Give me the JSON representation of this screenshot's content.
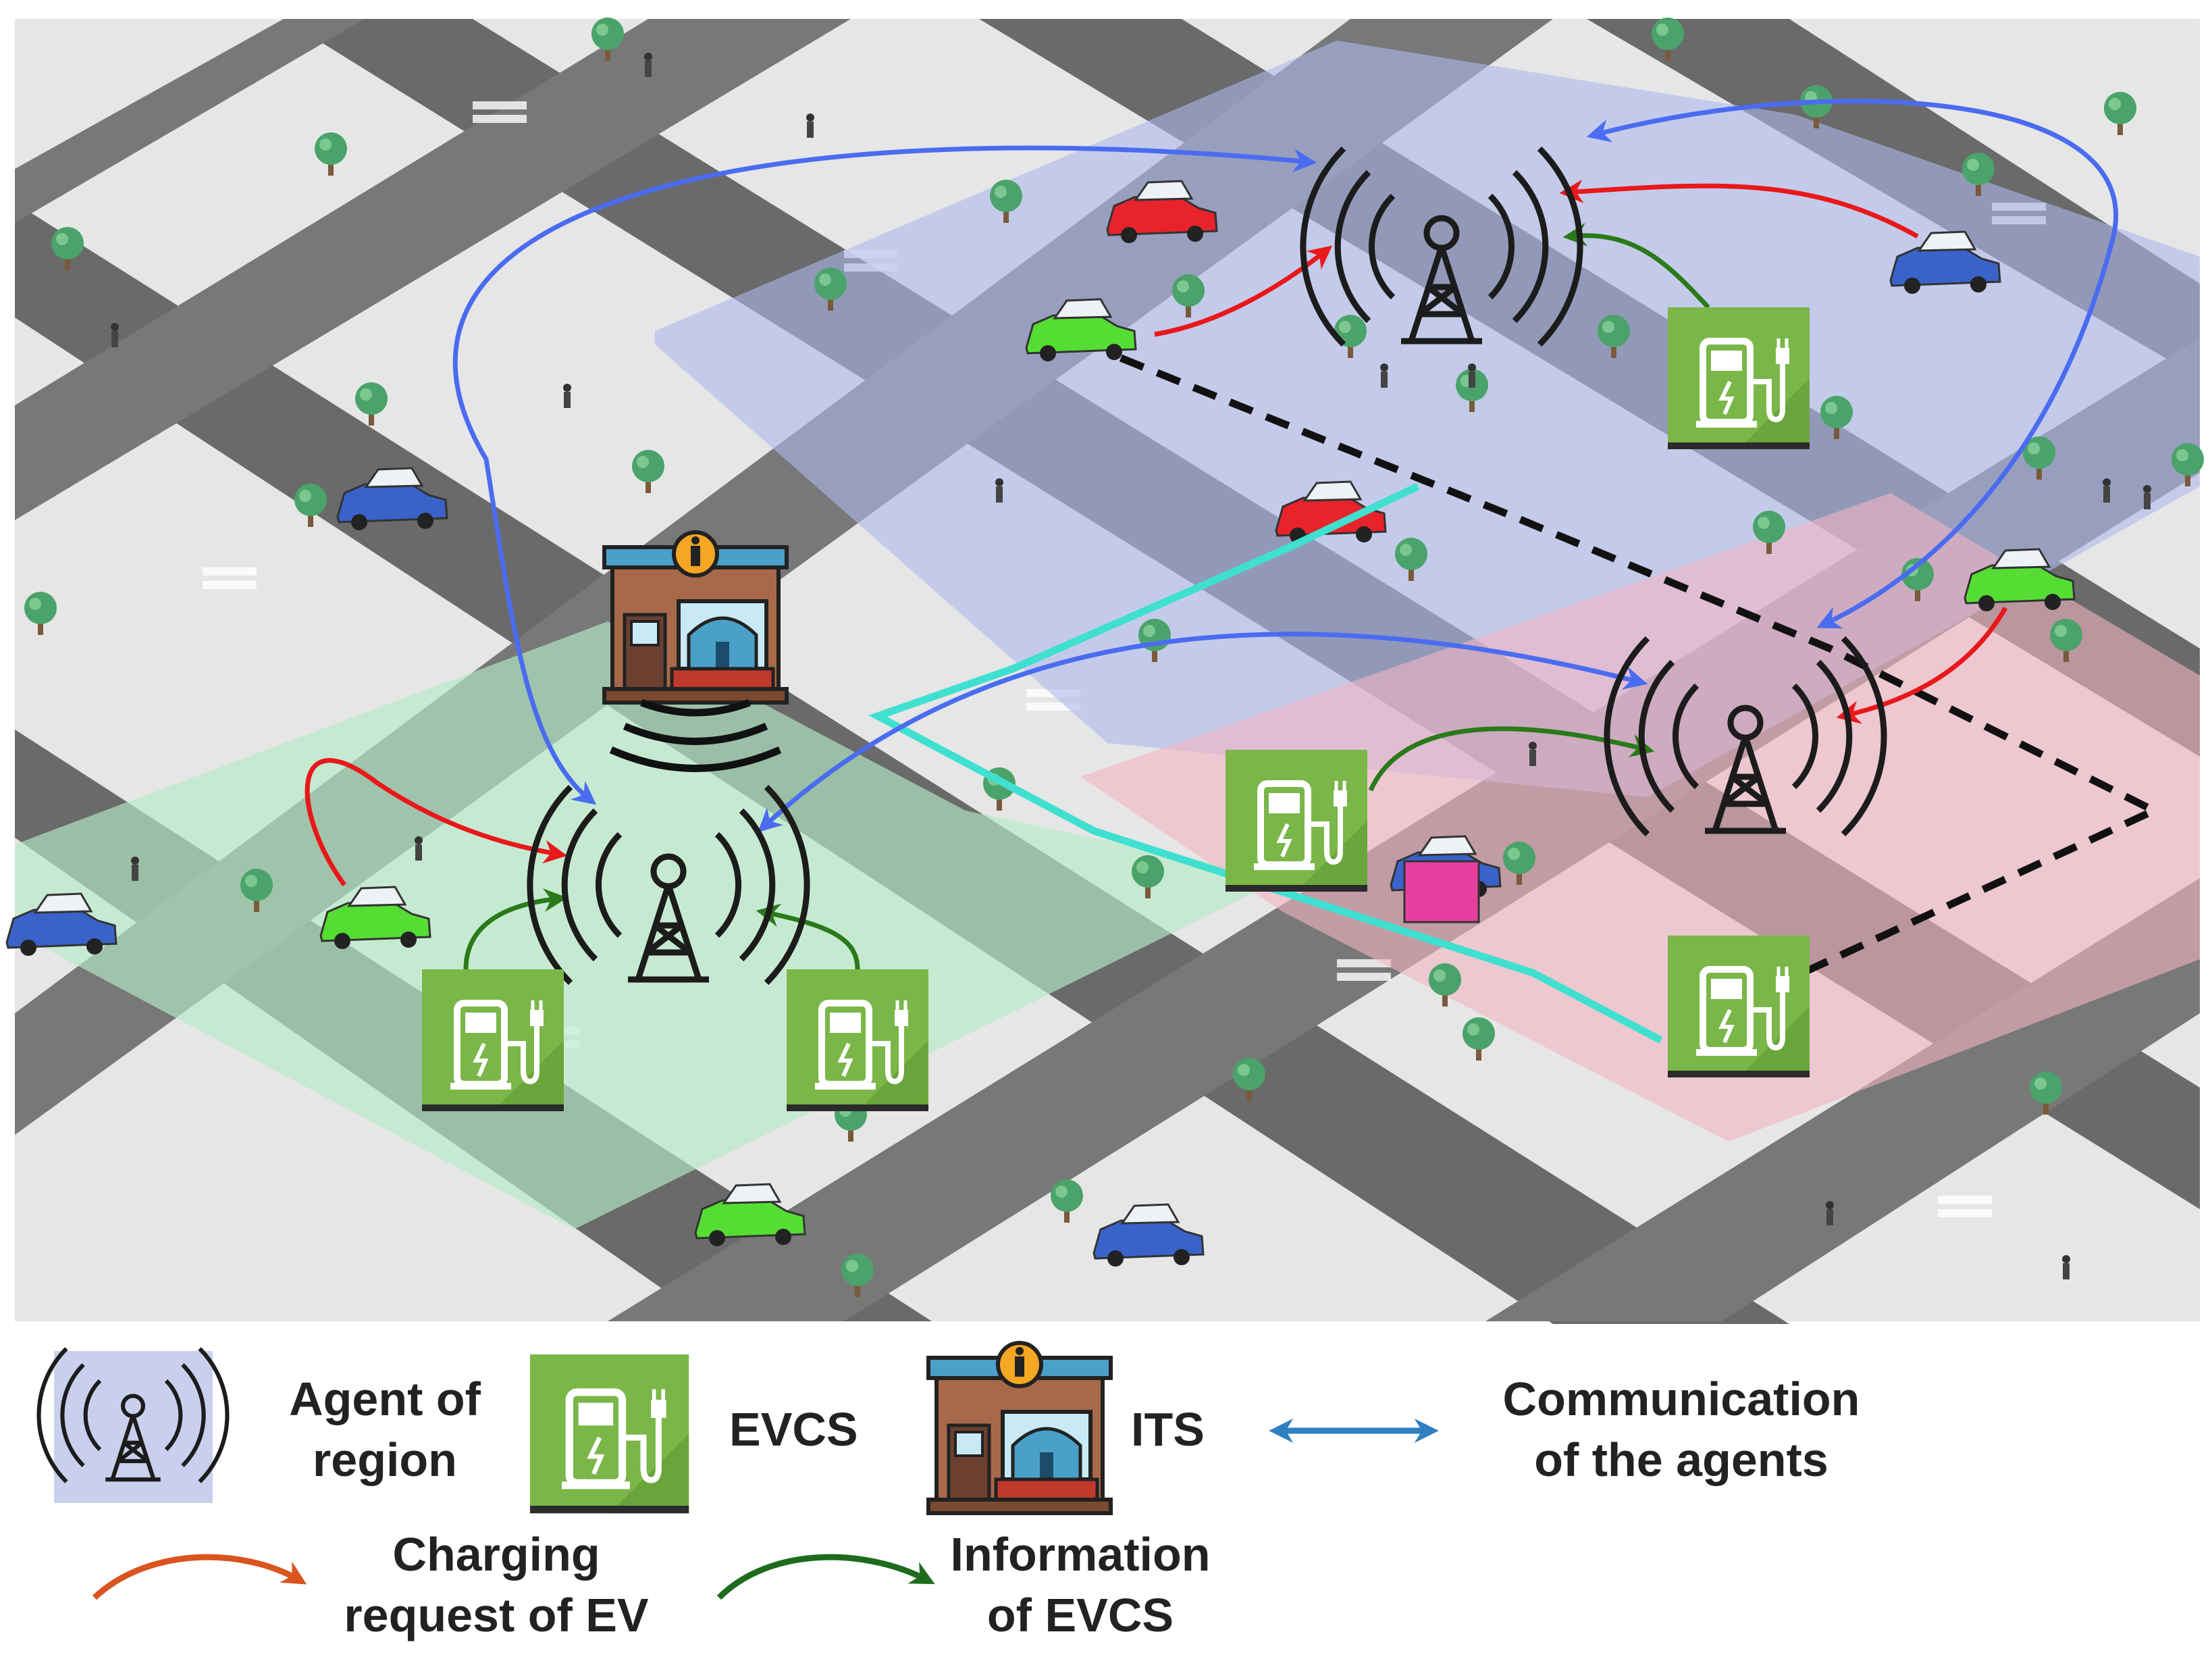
{
  "legend": {
    "agent_label": [
      "Agent of",
      "region"
    ],
    "evcs_label": "EVCS",
    "its_label": "ITS",
    "communication_label": [
      "Communication",
      "of the agents"
    ],
    "charging_label": [
      "Charging",
      "request of EV"
    ],
    "information_label": [
      "Information",
      "of EVCS"
    ]
  },
  "colors": {
    "communication_arrow": "#4a6cf0",
    "charging_request_arrow": "#e8181b",
    "information_arrow": "#2a7a1a",
    "legend_communication_arrow": "#2f7fc1",
    "legend_charging_arrow": "#d9541e",
    "legend_information_arrow": "#1e6b1e",
    "evcs_tile": "#7ab648",
    "region_blue": "#b9c3ea",
    "region_green": "#bfe9cc",
    "region_pink": "#f2c3cd",
    "route_cyan": "#3fe0d0",
    "route_black": "#111111",
    "road": "#6a6a6a",
    "ground": "#e6e6e6",
    "ev_car": "#55dd33",
    "red_car": "#e8232b",
    "blue_car": "#3a63c9"
  }
}
